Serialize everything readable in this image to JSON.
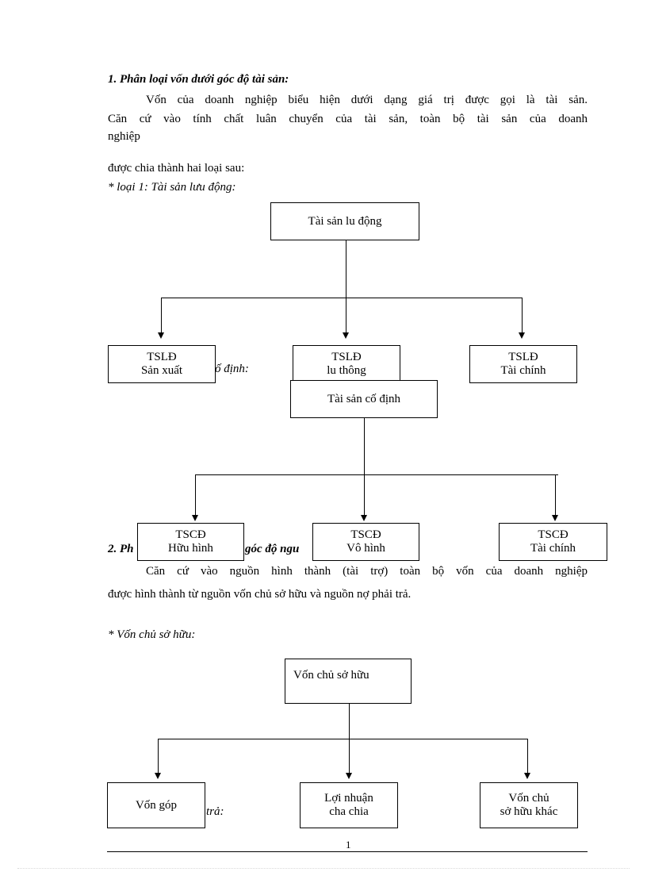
{
  "section1": {
    "heading": "1. Phân loại vốn dưới góc độ tài sản:",
    "para_line1": "Vốn của doanh nghiệp biểu hiện dưới dạng giá trị được gọi là tài sản.",
    "para_line2": "Căn cứ vào tính chất luân chuyển của tài sản, toàn bộ tài sản của doanh",
    "para_line3": "nghiệp",
    "para_line4": "được chia thành hai loại sau:",
    "type1_label": "* loại 1: Tài sản lưu động:",
    "type2_fragment": "ố định:"
  },
  "diagram_tsld": {
    "root": "Tài sản lu   động",
    "children": [
      {
        "line1": "TSLĐ",
        "line2": "Sản xuất"
      },
      {
        "line1": "TSLĐ",
        "line2": "lu   thông"
      },
      {
        "line1": "TSLĐ",
        "line2": "Tài chính"
      }
    ]
  },
  "diagram_tscd": {
    "root": "Tài sản cố định",
    "children": [
      {
        "line1": "TSCĐ",
        "line2": "Hữu hình"
      },
      {
        "line1": "TSCĐ",
        "line2": "Vô hình"
      },
      {
        "line1": "TSCĐ",
        "line2": "Tài chính"
      }
    ]
  },
  "section2": {
    "heading_fragment_a": "2. Ph",
    "heading_fragment_b": "góc độ ngu",
    "para_line1": "Căn cứ vào nguồn hình thành (tài trợ) toàn bộ vốn của doanh nghiệp",
    "para_line2": "được hình thành từ nguồn vốn chủ sở hữu và nguồn nợ phải trả.",
    "equity_label": "* Vốn chủ sở hữu:",
    "debt_fragment": "trả:"
  },
  "diagram_equity": {
    "root": "Vốn chủ sở hữu",
    "children": [
      {
        "line1": "Vốn góp",
        "line2": ""
      },
      {
        "line1": "Lợi nhuận",
        "line2": "cha  chia"
      },
      {
        "line1": "Vốn chủ",
        "line2": "sở hữu khác"
      }
    ]
  },
  "footer": {
    "page_number": "1"
  }
}
